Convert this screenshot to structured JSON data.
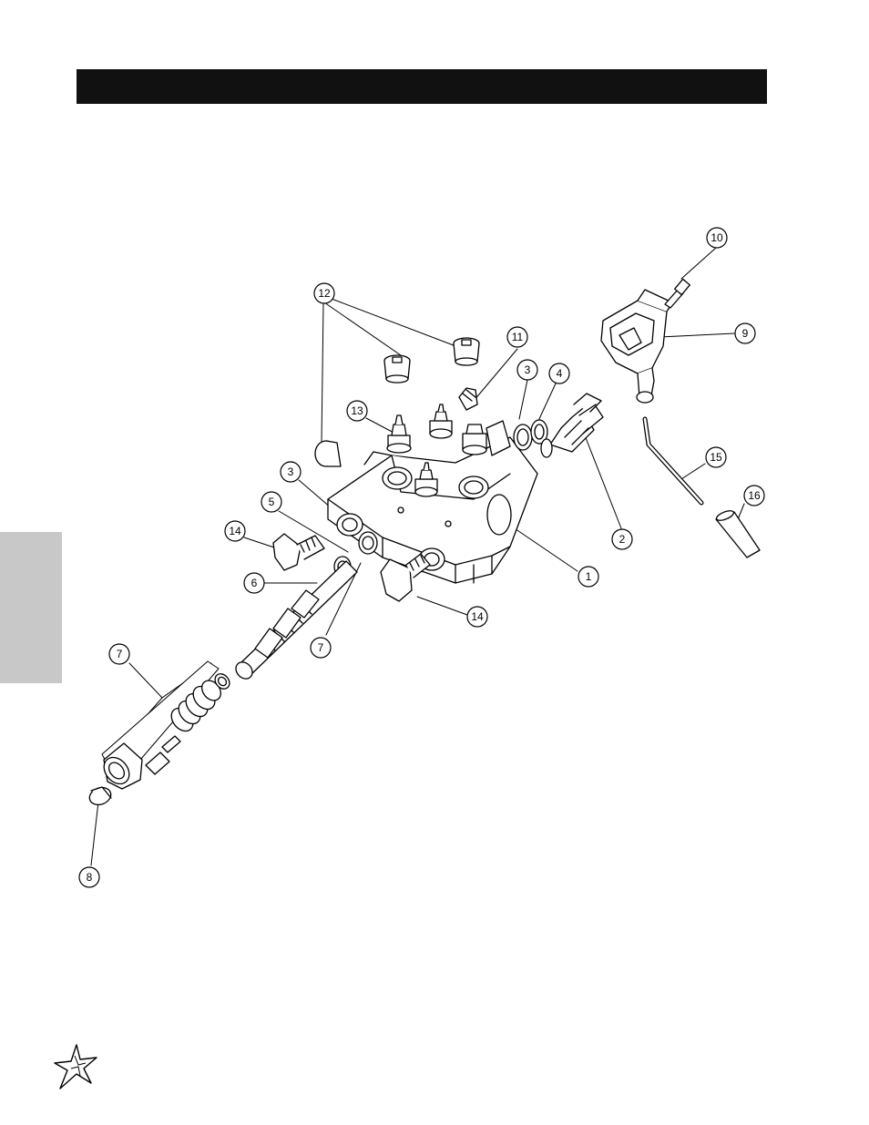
{
  "diagram": {
    "callouts": [
      {
        "id": "c12",
        "label": "12"
      },
      {
        "id": "c11",
        "label": "11"
      },
      {
        "id": "c3a",
        "label": "3"
      },
      {
        "id": "c4",
        "label": "4"
      },
      {
        "id": "c13",
        "label": "13"
      },
      {
        "id": "c3b",
        "label": "3"
      },
      {
        "id": "c5",
        "label": "5"
      },
      {
        "id": "c14a",
        "label": "14"
      },
      {
        "id": "c6",
        "label": "6"
      },
      {
        "id": "c7a",
        "label": "7"
      },
      {
        "id": "c7b",
        "label": "7"
      },
      {
        "id": "c8",
        "label": "8"
      },
      {
        "id": "c14b",
        "label": "14"
      },
      {
        "id": "c1",
        "label": "1"
      },
      {
        "id": "c2",
        "label": "2"
      },
      {
        "id": "c10",
        "label": "10"
      },
      {
        "id": "c9",
        "label": "9"
      },
      {
        "id": "c15",
        "label": "15"
      },
      {
        "id": "c16",
        "label": "16"
      }
    ]
  }
}
